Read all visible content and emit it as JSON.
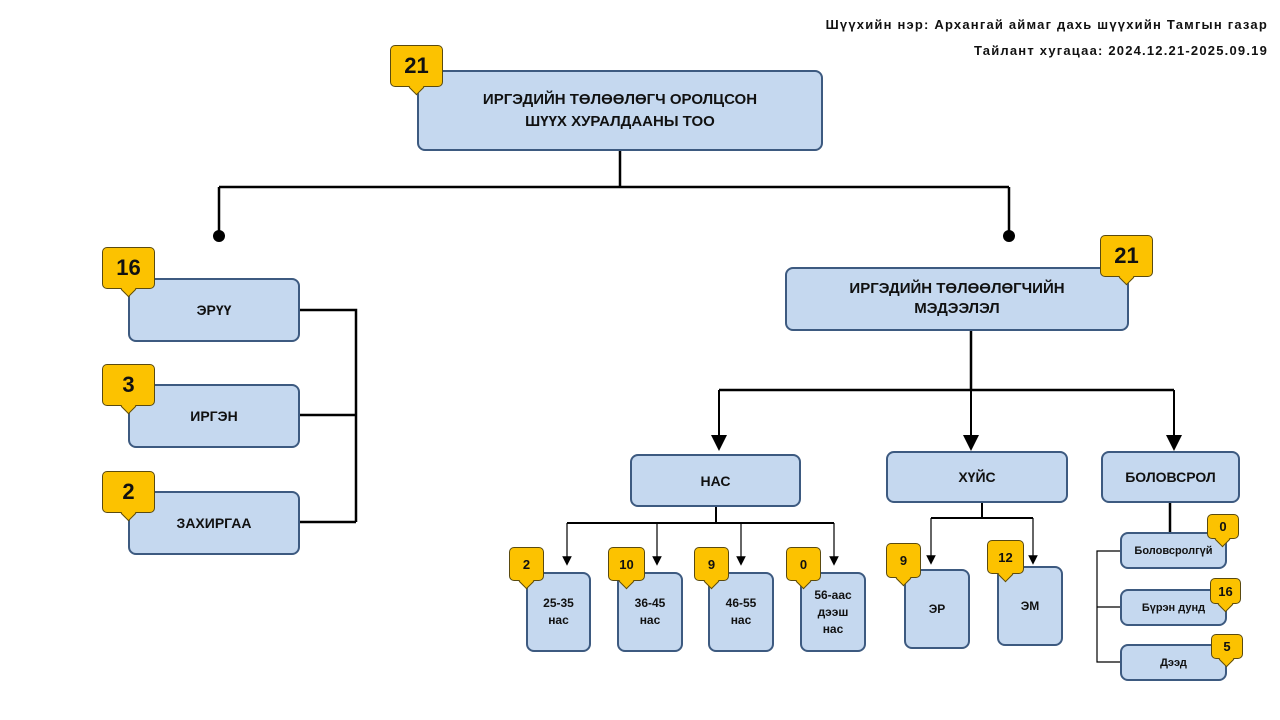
{
  "header": {
    "court_name": "Шүүхийн нэр: Архангай аймаг дахь шүүхийн Тамгын газар",
    "report_period": "Тайлант хугацаа: 2024.12.21-2025.09.19"
  },
  "root": {
    "label": "ИРГЭДИЙН ТӨЛӨӨЛӨГЧ ОРОЛЦСОН\nШҮҮХ ХУРАЛДААНЫ ТОО",
    "count": "21"
  },
  "case_types": [
    {
      "label": "ЭРҮҮ",
      "count": "16"
    },
    {
      "label": "ИРГЭН",
      "count": "3"
    },
    {
      "label": "ЗАХИРГАА",
      "count": "2"
    }
  ],
  "representatives": {
    "label": "ИРГЭДИЙН ТӨЛӨӨЛӨГЧИЙН\nМЭДЭЭЛЭЛ",
    "count": "21"
  },
  "age": {
    "label": "НАС",
    "groups": [
      {
        "label": "25-35\nнас",
        "count": "2"
      },
      {
        "label": "36-45\nнас",
        "count": "10"
      },
      {
        "label": "46-55\nнас",
        "count": "9"
      },
      {
        "label": "56-аас\nдээш\nнас",
        "count": "0"
      }
    ]
  },
  "gender": {
    "label": "ХҮЙС",
    "groups": [
      {
        "label": "ЭР",
        "count": "9"
      },
      {
        "label": "ЭМ",
        "count": "12"
      }
    ]
  },
  "education": {
    "label": "БОЛОВСРОЛ",
    "groups": [
      {
        "label": "Боловсролгүй",
        "count": "0"
      },
      {
        "label": "Бүрэн дунд",
        "count": "16"
      },
      {
        "label": "Дээд",
        "count": "5"
      }
    ]
  },
  "colors": {
    "box_fill": "#c5d8ef",
    "box_border": "#3d5a80",
    "badge_fill": "#fcc200"
  }
}
